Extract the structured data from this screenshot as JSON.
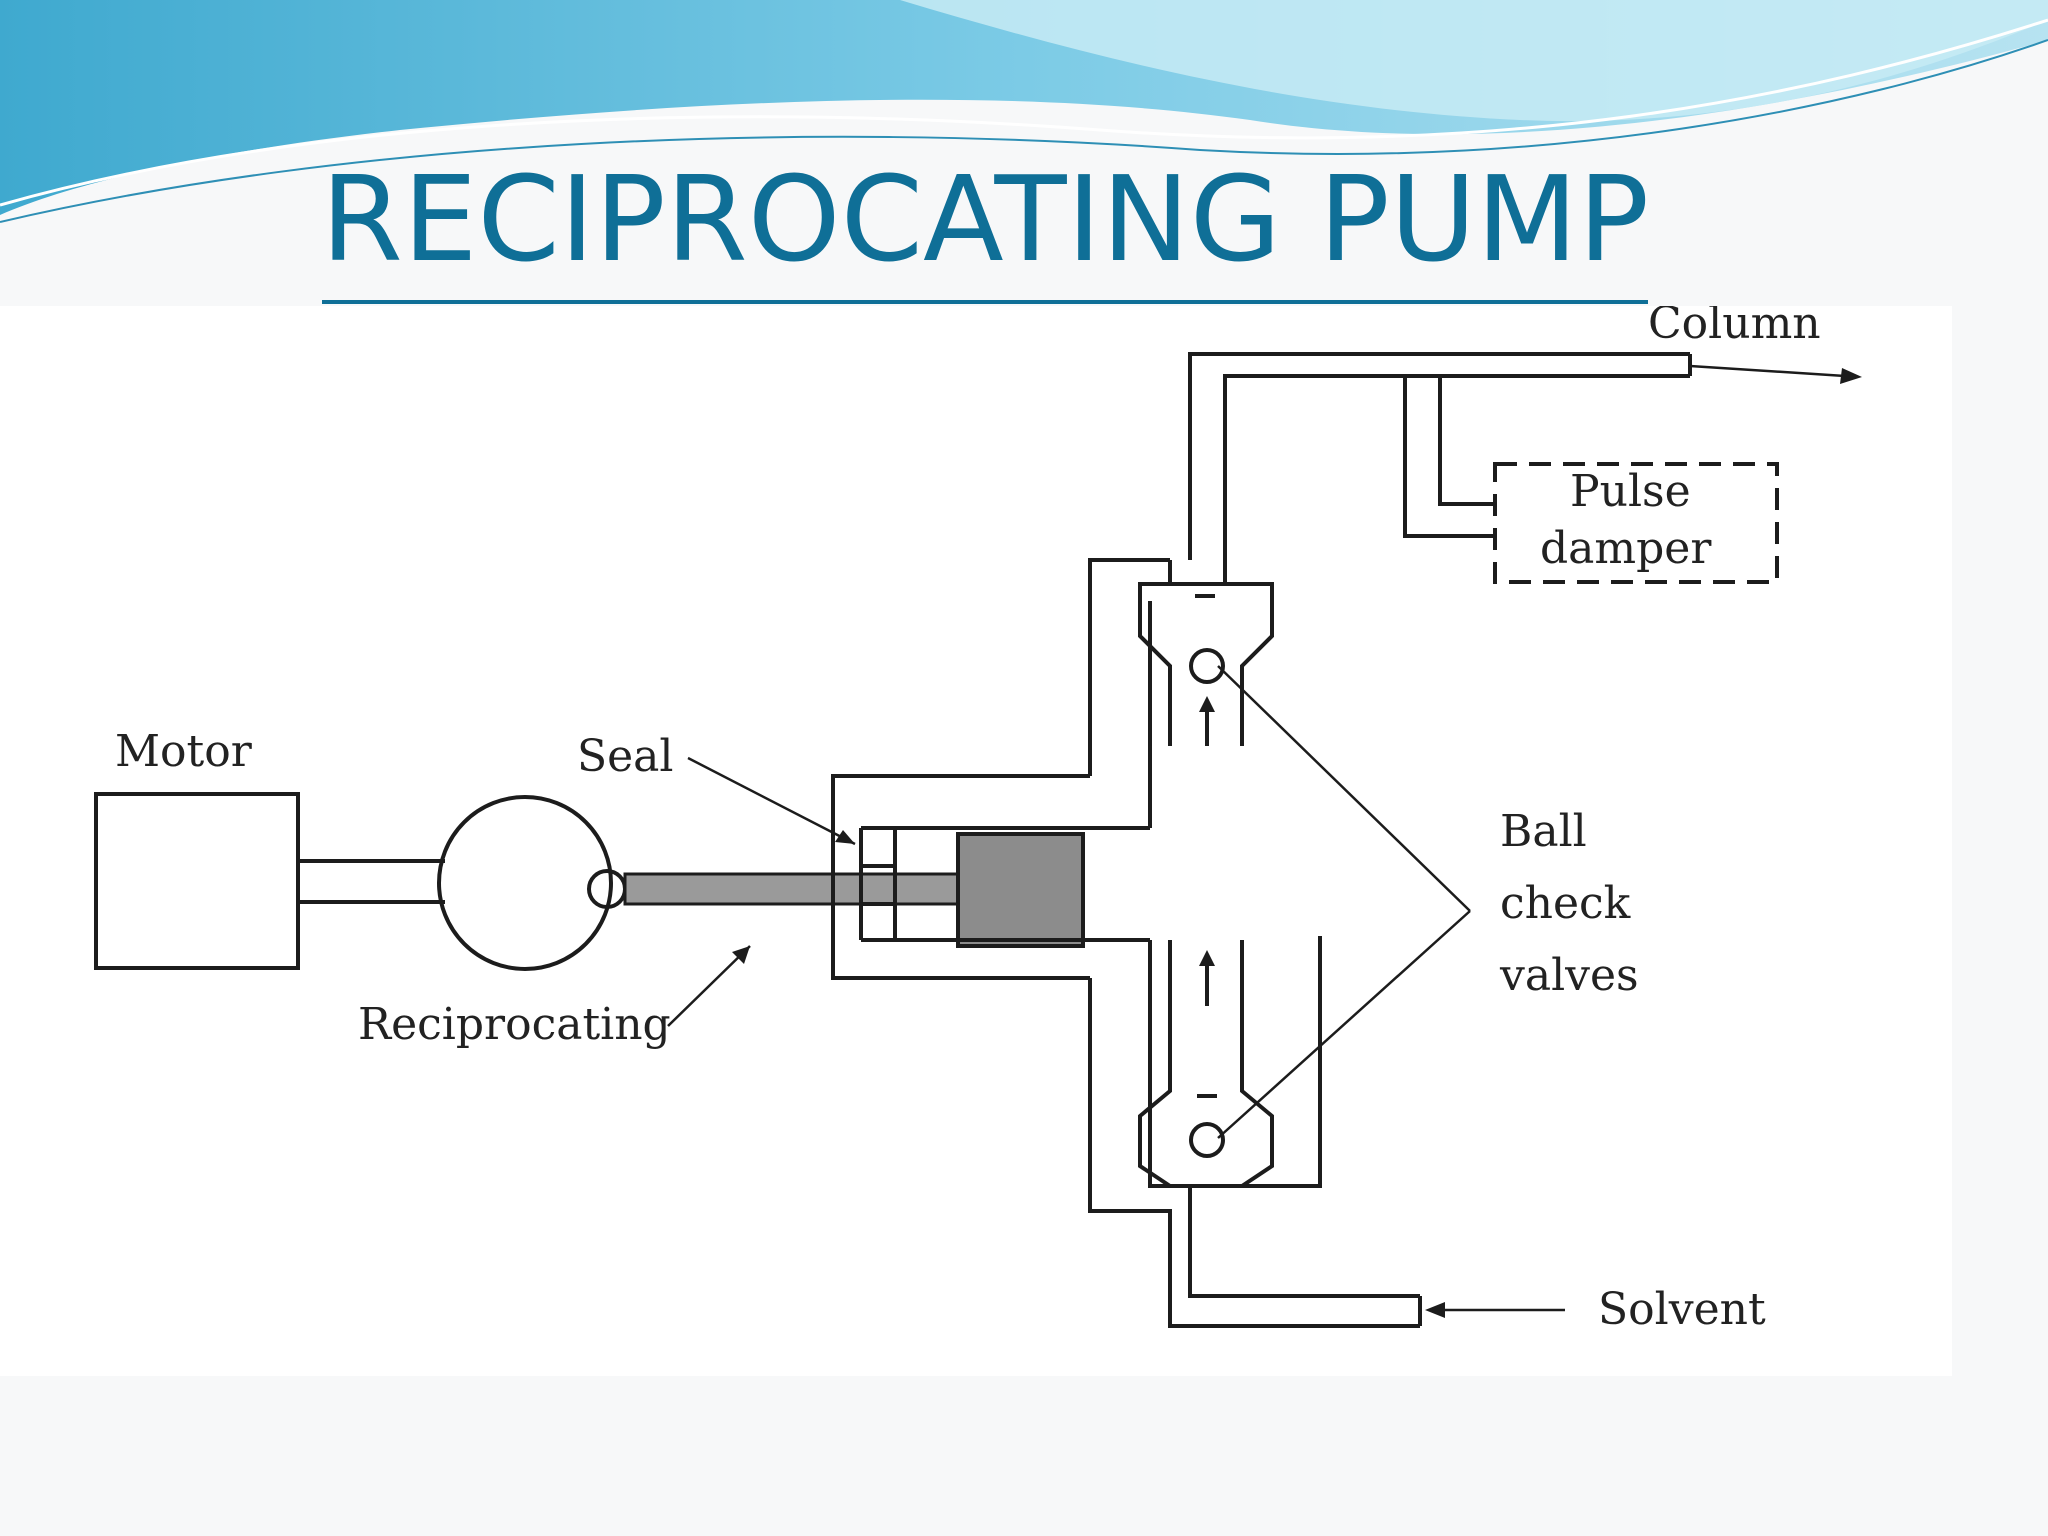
{
  "title": "RECIPROCATING PUMP",
  "labels": {
    "column": "Column",
    "motor": "Motor",
    "seal": "Seal",
    "reciprocating": "Reciprocating",
    "pulse_damper_line1": "Pulse",
    "pulse_damper_line2": "damper",
    "ball_line1": "Ball",
    "ball_line2": "check",
    "ball_line3": "valves",
    "solvent": "Solvent"
  },
  "colors": {
    "title": "#0f6f97",
    "wave_dark": "#3fa9cf",
    "wave_light": "#9fd8ec",
    "piston_fill": "#8c8c8c"
  }
}
